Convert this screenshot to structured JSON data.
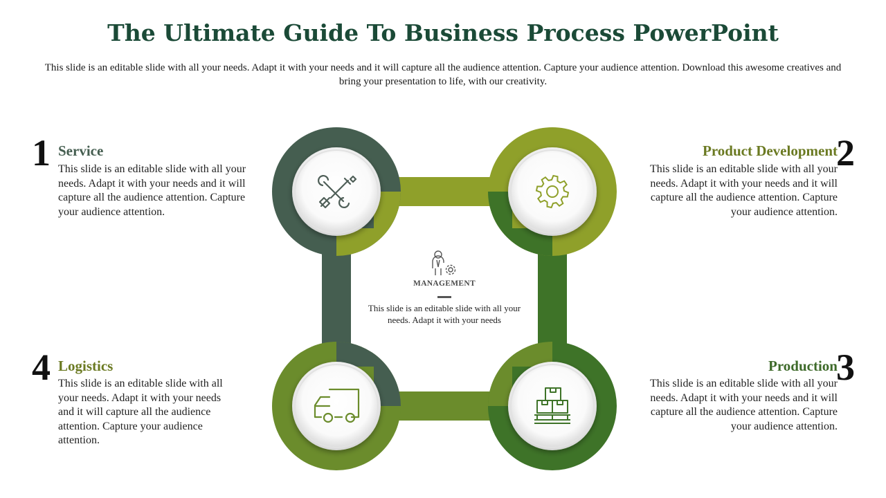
{
  "title": "The Ultimate Guide To Business Process PowerPoint",
  "subtitle": "This slide is an editable slide with all your needs. Adapt it with your needs and it will capture all the audience attention. Capture your audience attention. Download this awesome creatives and bring your presentation to life, with our creativity.",
  "steps": [
    {
      "number": "1",
      "heading": "Service",
      "text": "This slide is an editable slide with all your needs. Adapt it with your needs and it will capture all the audience attention. Capture your audience attention.",
      "icon": "tools-icon",
      "color": "#455e50"
    },
    {
      "number": "2",
      "heading": "Product Development",
      "text": "This slide is an editable slide with all your needs. Adapt it with your needs and it will capture all the audience attention. Capture your audience attention.",
      "icon": "gear-icon",
      "color": "#8fa02a"
    },
    {
      "number": "3",
      "heading": "Production",
      "text": "This slide is an editable slide with all your needs. Adapt it with your needs and it will capture all the audience attention. Capture your audience attention.",
      "icon": "boxes-pallet-icon",
      "color": "#3e7328"
    },
    {
      "number": "4",
      "heading": "Logistics",
      "text": "This slide is an editable slide with all your needs. Adapt it with your needs and it will capture all the audience attention. Capture your audience attention.",
      "icon": "truck-icon",
      "color": "#6b8c2c"
    }
  ],
  "center": {
    "label": "MANAGEMENT",
    "text": "This slide is an editable slide with all your needs. Adapt it with your needs",
    "icon": "manager-gear-icon"
  },
  "colors": {
    "title": "#1b4a37",
    "slate": "#455e50",
    "olive": "#8fa02a",
    "forest": "#3e7328",
    "moss": "#6b8c2c",
    "icon_slate": "#4f5f58",
    "icon_olive": "#8fa02a"
  }
}
